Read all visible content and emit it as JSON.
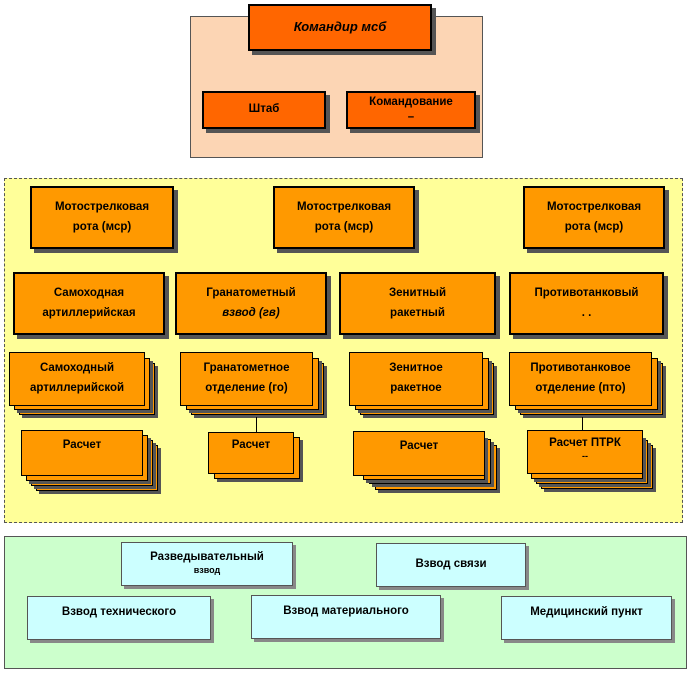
{
  "top": {
    "commander": "Командир мсб",
    "staff": "Штаб",
    "command": "Командование",
    "command_tail": "–"
  },
  "combat": {
    "companies": [
      {
        "line1": "Мотострелковая",
        "line2": "рота (мср)"
      },
      {
        "line1": "Мотострелковая",
        "line2": "рота (мср)"
      },
      {
        "line1": "Мотострелковая",
        "line2": "рота (мср)"
      }
    ],
    "platoons": [
      {
        "line1": "Самоходная",
        "line2": "артиллерийская"
      },
      {
        "line1": "Гранатометный",
        "line2": "взвод (гв)"
      },
      {
        "line1": "Зенитный",
        "line2": "ракетный"
      },
      {
        "line1": "Противотанковый",
        "line2": ". ."
      }
    ],
    "sections": [
      {
        "line1": "Самоходный",
        "line2": "артиллерийской"
      },
      {
        "line1": "Гранатометное",
        "line2": "отделение (го)"
      },
      {
        "line1": "Зенитное",
        "line2": "ракетное"
      },
      {
        "line1": "Противотанковое",
        "line2": "отделение (пто)"
      }
    ],
    "crews": [
      {
        "line1": "Расчет",
        "line2": ""
      },
      {
        "line1": "Расчет",
        "line2": ""
      },
      {
        "line1": "Расчет",
        "line2": ""
      },
      {
        "line1": "Расчет ПТРК",
        "line2": "--"
      }
    ]
  },
  "support": {
    "recon": "Разведывательный",
    "recon_tail": "взвод",
    "signal": "Взвод связи",
    "tech": "Взвод технического",
    "material": "Взвод материального",
    "medical": "Медицинский пункт"
  },
  "colors": {
    "top_panel": "#fcd5b4",
    "combat_panel": "#ffff99",
    "support_panel": "#ccffcc",
    "box_orange": "#ff9900",
    "box_dark_orange": "#ff6600",
    "box_cyan": "#ccffff"
  }
}
